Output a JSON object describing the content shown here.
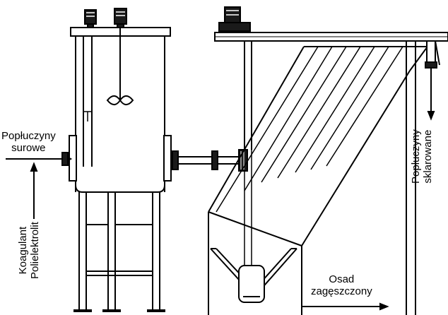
{
  "labels": {
    "raw_washings_line1": "Popłuczyny",
    "raw_washings_line2": "surowe",
    "coagulant_line1": "Koagulant",
    "coagulant_line2": "Polielektrolit",
    "clarified_line1": "Popłuczyny",
    "clarified_line2": "sklarowane",
    "sludge_line1": "Osad",
    "sludge_line2": "zagęszczony"
  },
  "colors": {
    "line": "#000000",
    "background": "#ffffff",
    "fill_dark": "#1a1a1a"
  }
}
